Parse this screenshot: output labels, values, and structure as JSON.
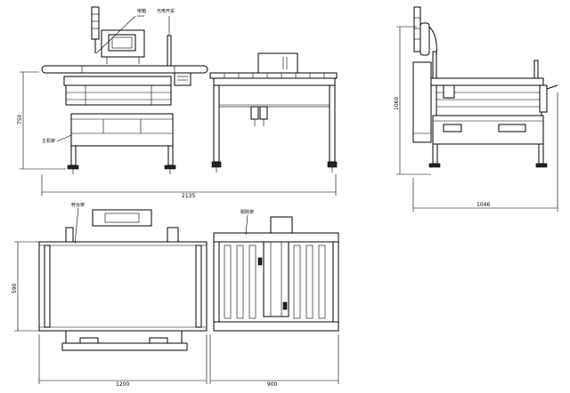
{
  "labels": {
    "electric_box": "电箱",
    "photo_switch": "光电开关",
    "main_frame": "主机架",
    "weigh_table": "秤台架",
    "reject_frame": "剔除架"
  },
  "dimensions": {
    "front_height": "750",
    "front_total_width": "2135",
    "side_height": "1060",
    "side_width": "1046",
    "top_depth": "590",
    "top_length": "1200",
    "right_top_width": "900"
  }
}
